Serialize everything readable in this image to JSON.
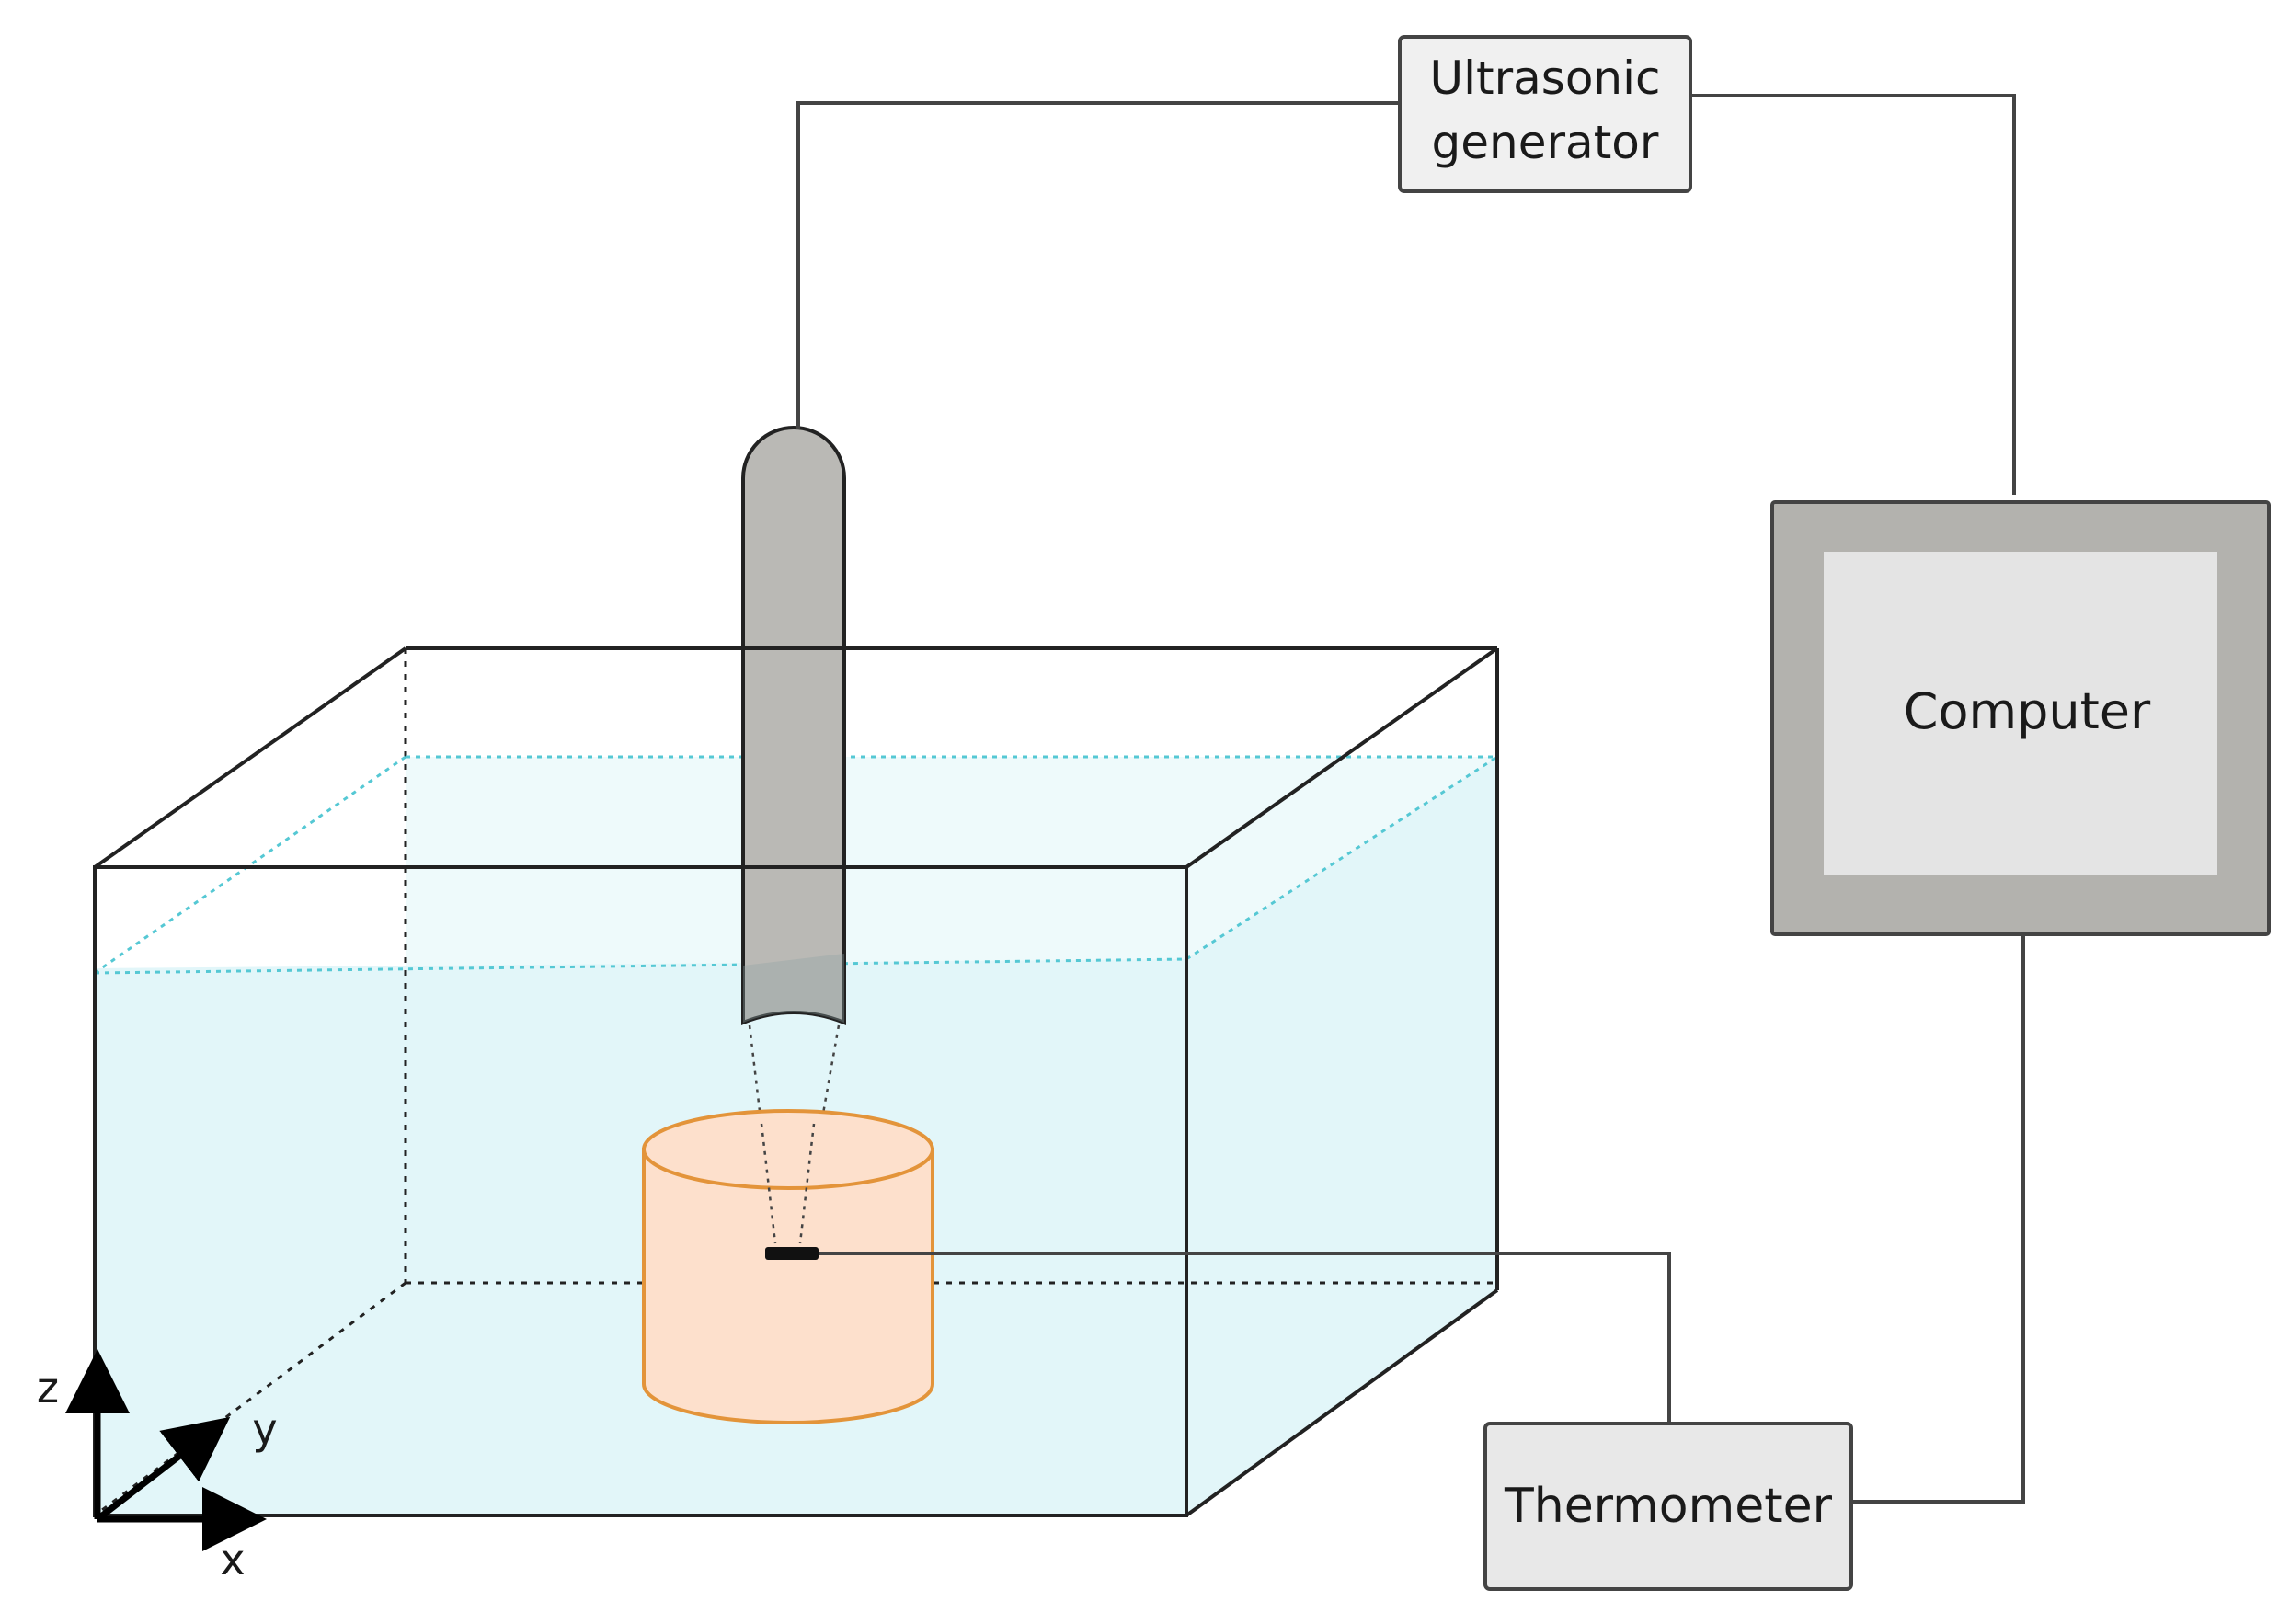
{
  "labels": {
    "generator_line1": "Ultrasonic",
    "generator_line2": "generator",
    "computer": "Computer",
    "thermometer": "Thermometer",
    "axis_z": "z",
    "axis_y": "y",
    "axis_x": "x"
  },
  "colors": {
    "water": "#e2f6f9",
    "water_surface": "#55c8d4",
    "probe": "#bab9b5",
    "sample_fill": "#fde0cc",
    "sample_stroke": "#e3943a",
    "box_fill": "#ececec",
    "computer_frame": "#b3b2ae",
    "computer_screen": "#e4e4e4",
    "line": "#444444"
  }
}
